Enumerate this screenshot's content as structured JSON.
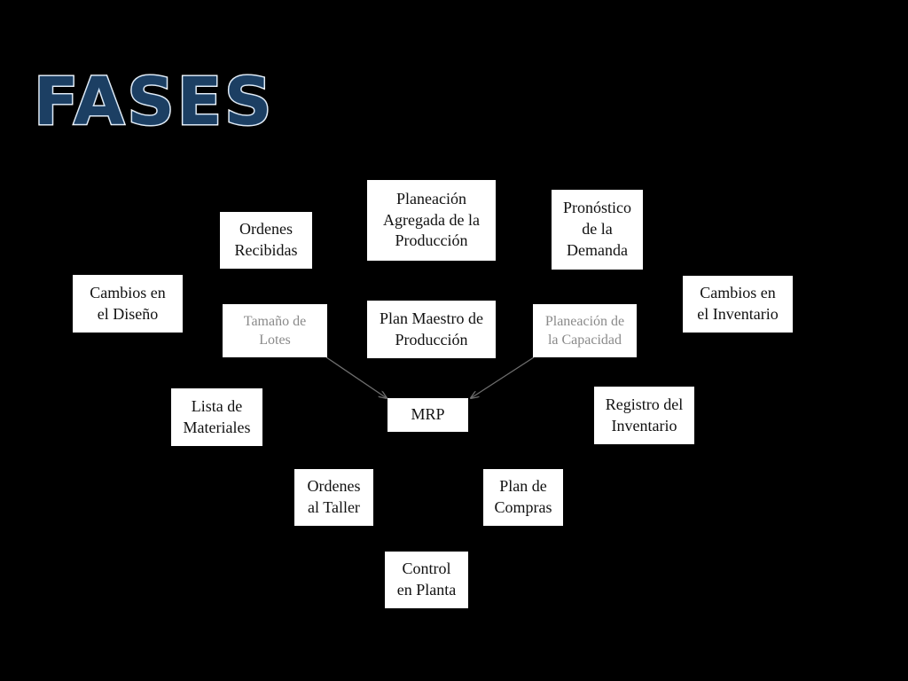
{
  "title": "FASES",
  "diagram": {
    "nodes": {
      "ordenes_recibidas": "Ordenes\nRecibidas",
      "planeacion_agregada": "Planeación\nAgregada de la\nProducción",
      "pronostico_demanda": "Pronóstico\nde la\nDemanda",
      "cambios_diseno": "Cambios en\nel Diseño",
      "tamano_lotes": "Tamaño de\nLotes",
      "plan_maestro": "Plan Maestro de\nProducción",
      "planeacion_capacidad": "Planeación de\nla Capacidad",
      "cambios_inventario": "Cambios en\nel Inventario",
      "lista_materiales": "Lista de\nMateriales",
      "mrp": "MRP",
      "registro_inventario": "Registro del\nInventario",
      "ordenes_taller": "Ordenes\nal Taller",
      "plan_compras": "Plan de\nCompras",
      "control_planta": "Control\nen Planta"
    },
    "edges": [
      {
        "from": "Tamaño de Lotes",
        "to": "MRP"
      },
      {
        "from": "Planeación de la Capacidad",
        "to": "MRP"
      }
    ]
  }
}
